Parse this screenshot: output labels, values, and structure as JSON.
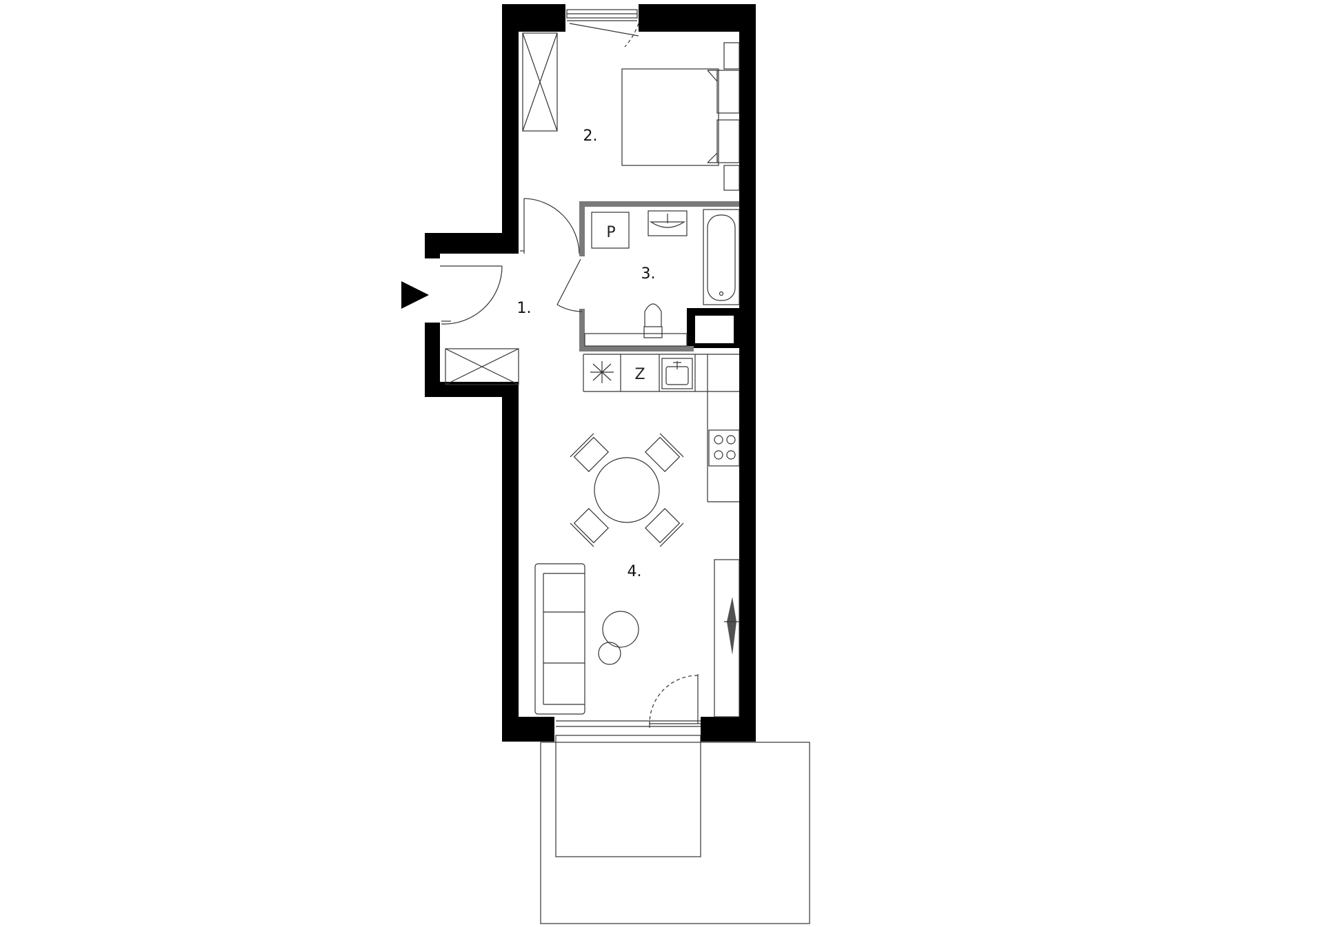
{
  "rooms": [
    {
      "id": "hall",
      "label": "1."
    },
    {
      "id": "bedroom",
      "label": "2."
    },
    {
      "id": "bathroom",
      "label": "3."
    },
    {
      "id": "living",
      "label": "4."
    }
  ],
  "fixtures": {
    "washer_letter": "P",
    "fridge_letter": "Z"
  },
  "icons": {
    "entrance": "entrance-arrow-icon"
  },
  "colors": {
    "wall": "#000000",
    "bathroom_wall": "#7a7a7a",
    "line": "#333333",
    "background": "#ffffff"
  }
}
